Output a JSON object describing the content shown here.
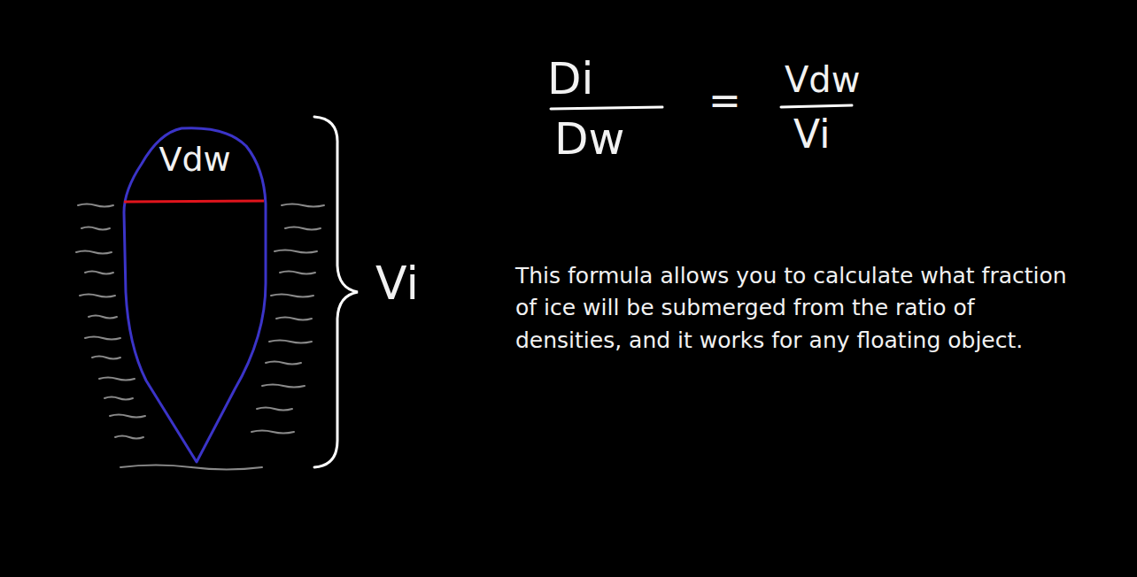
{
  "diagram": {
    "nodes": [
      {
        "text": [
          "Vdw"
        ]
      }
    ],
    "labels": [
      "Di",
      "Dw",
      "=",
      "Vdw",
      "Vi",
      "Vi",
      "This formula allows you to calculate what fraction of ice will be submerged from the ratio of densities, and it works for any floating object."
    ]
  }
}
